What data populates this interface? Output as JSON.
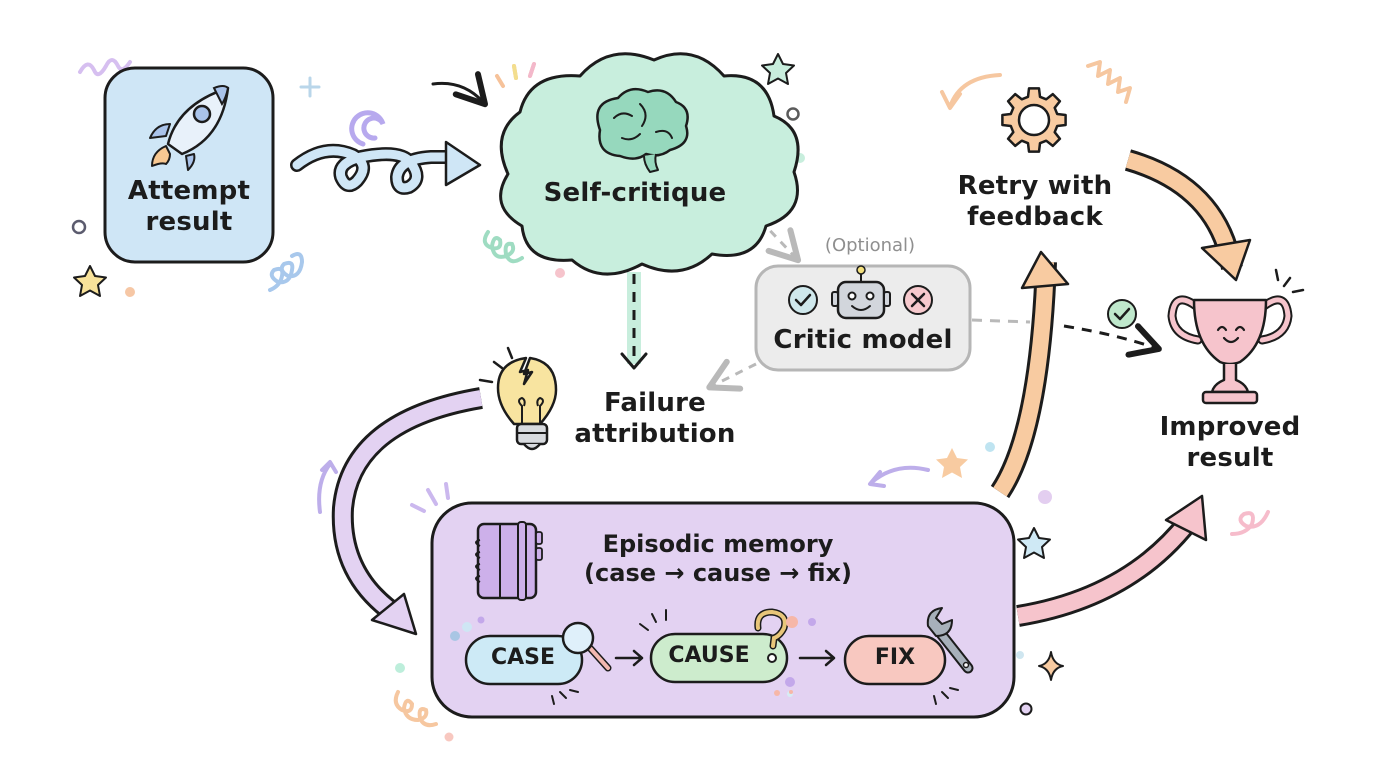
{
  "title": "Self-critique and episodic memory improvement loop",
  "nodes": {
    "attempt": {
      "label_line1": "Attempt",
      "label_line2": "result",
      "icon": "rocket-icon",
      "fill": "#cfe6f6"
    },
    "self_critique": {
      "label": "Self-critique",
      "icon": "brain-icon",
      "fill": "#c8eedd"
    },
    "critic": {
      "tag": "(Optional)",
      "label": "Critic model",
      "icons": [
        "check-circle-icon",
        "robot-icon",
        "x-circle-icon"
      ],
      "fill": "#ececec"
    },
    "failure": {
      "label_line1": "Failure",
      "label_line2": "attribution",
      "icon": "broken-lightbulb-icon"
    },
    "retry": {
      "label_line1": "Retry with",
      "label_line2": "feedback",
      "icon": "gear-icon",
      "fill": "#f8cba1"
    },
    "improved": {
      "label_line1": "Improved",
      "label_line2": "result",
      "icon": "trophy-icon",
      "fill": "#f6c4cc"
    },
    "memory": {
      "title_line1": "Episodic memory",
      "title_line2": "(case → cause → fix)",
      "icon": "notebook-icon",
      "fill": "#e3d2f2",
      "steps": [
        {
          "label": "CASE",
          "icon": "magnifier-icon",
          "fill": "#cdeaf6"
        },
        {
          "label": "CAUSE",
          "icon": "question-mark-icon",
          "fill": "#cdeccd"
        },
        {
          "label": "FIX",
          "icon": "wrench-icon",
          "fill": "#f8c8c0"
        }
      ]
    }
  },
  "edges": [
    {
      "from": "attempt",
      "to": "self_critique",
      "style": "curly-arrow"
    },
    {
      "from": "self_critique",
      "to": "failure",
      "style": "dashed"
    },
    {
      "from": "self_critique",
      "to": "critic",
      "style": "dashed-grey",
      "optional": true
    },
    {
      "from": "critic",
      "to": "failure",
      "style": "dashed-grey"
    },
    {
      "from": "critic",
      "to": "improved",
      "style": "dashed"
    },
    {
      "from": "failure",
      "to": "memory",
      "style": "thick-curved"
    },
    {
      "from": "memory",
      "to": "retry",
      "style": "thick-curved"
    },
    {
      "from": "retry",
      "to": "improved",
      "style": "thick-curved"
    },
    {
      "from": "memory",
      "to": "improved",
      "style": "thick-curved"
    }
  ],
  "colors": {
    "outline": "#1c1c1c",
    "blue": "#cfe6f6",
    "mint": "#c8eedd",
    "lavender": "#e3d2f2",
    "peach": "#f8cba1",
    "pink": "#f6c4cc",
    "grey": "#ececec",
    "yellow": "#f8e4a0"
  }
}
